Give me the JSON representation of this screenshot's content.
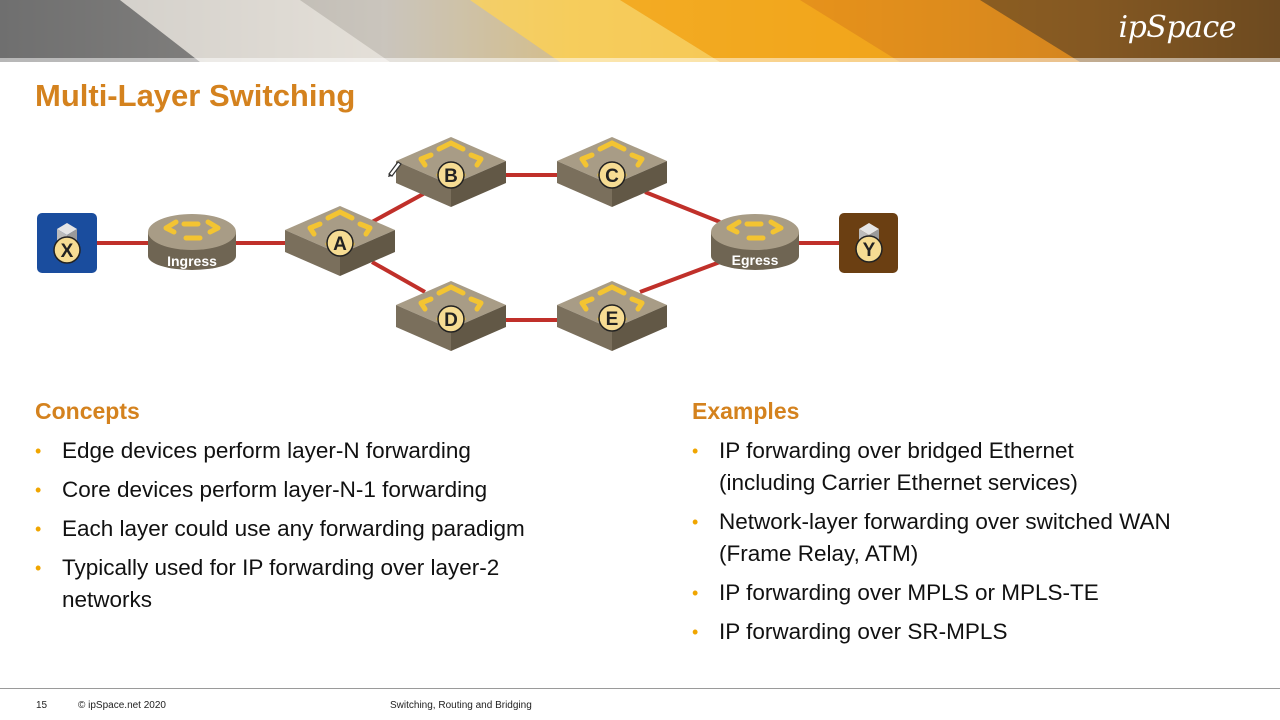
{
  "header": {
    "logo": "ipSpace"
  },
  "title": "Multi-Layer Switching",
  "diagram": {
    "hosts": [
      {
        "id": "x",
        "label": "X",
        "color": "#1a4d9e"
      },
      {
        "id": "y",
        "label": "Y",
        "color": "#6b3f12"
      }
    ],
    "edge_routers": [
      {
        "id": "ingress",
        "label": "Ingress"
      },
      {
        "id": "egress",
        "label": "Egress"
      }
    ],
    "core_switches": [
      {
        "id": "a",
        "label": "A"
      },
      {
        "id": "b",
        "label": "B"
      },
      {
        "id": "c",
        "label": "C"
      },
      {
        "id": "d",
        "label": "D"
      },
      {
        "id": "e",
        "label": "E"
      }
    ],
    "link_color": "#c0302a"
  },
  "concepts": {
    "heading": "Concepts",
    "items": [
      "Edge devices perform layer-N forwarding",
      "Core devices perform layer-N-1 forwarding",
      "Each layer could use any forwarding paradigm",
      "Typically used for IP forwarding over layer-2 networks"
    ]
  },
  "examples": {
    "heading": "Examples",
    "items": [
      "IP forwarding over bridged Ethernet (including Carrier Ethernet services)",
      "Network-layer forwarding over switched WAN (Frame Relay, ATM)",
      "IP forwarding over MPLS or MPLS-TE",
      "IP forwarding over SR-MPLS"
    ]
  },
  "footer": {
    "page": "15",
    "copyright": "© ipSpace.net 2020",
    "course": "Switching, Routing and Bridging"
  },
  "colors": {
    "accent": "#d4821e",
    "bullet": "#f0a500"
  }
}
